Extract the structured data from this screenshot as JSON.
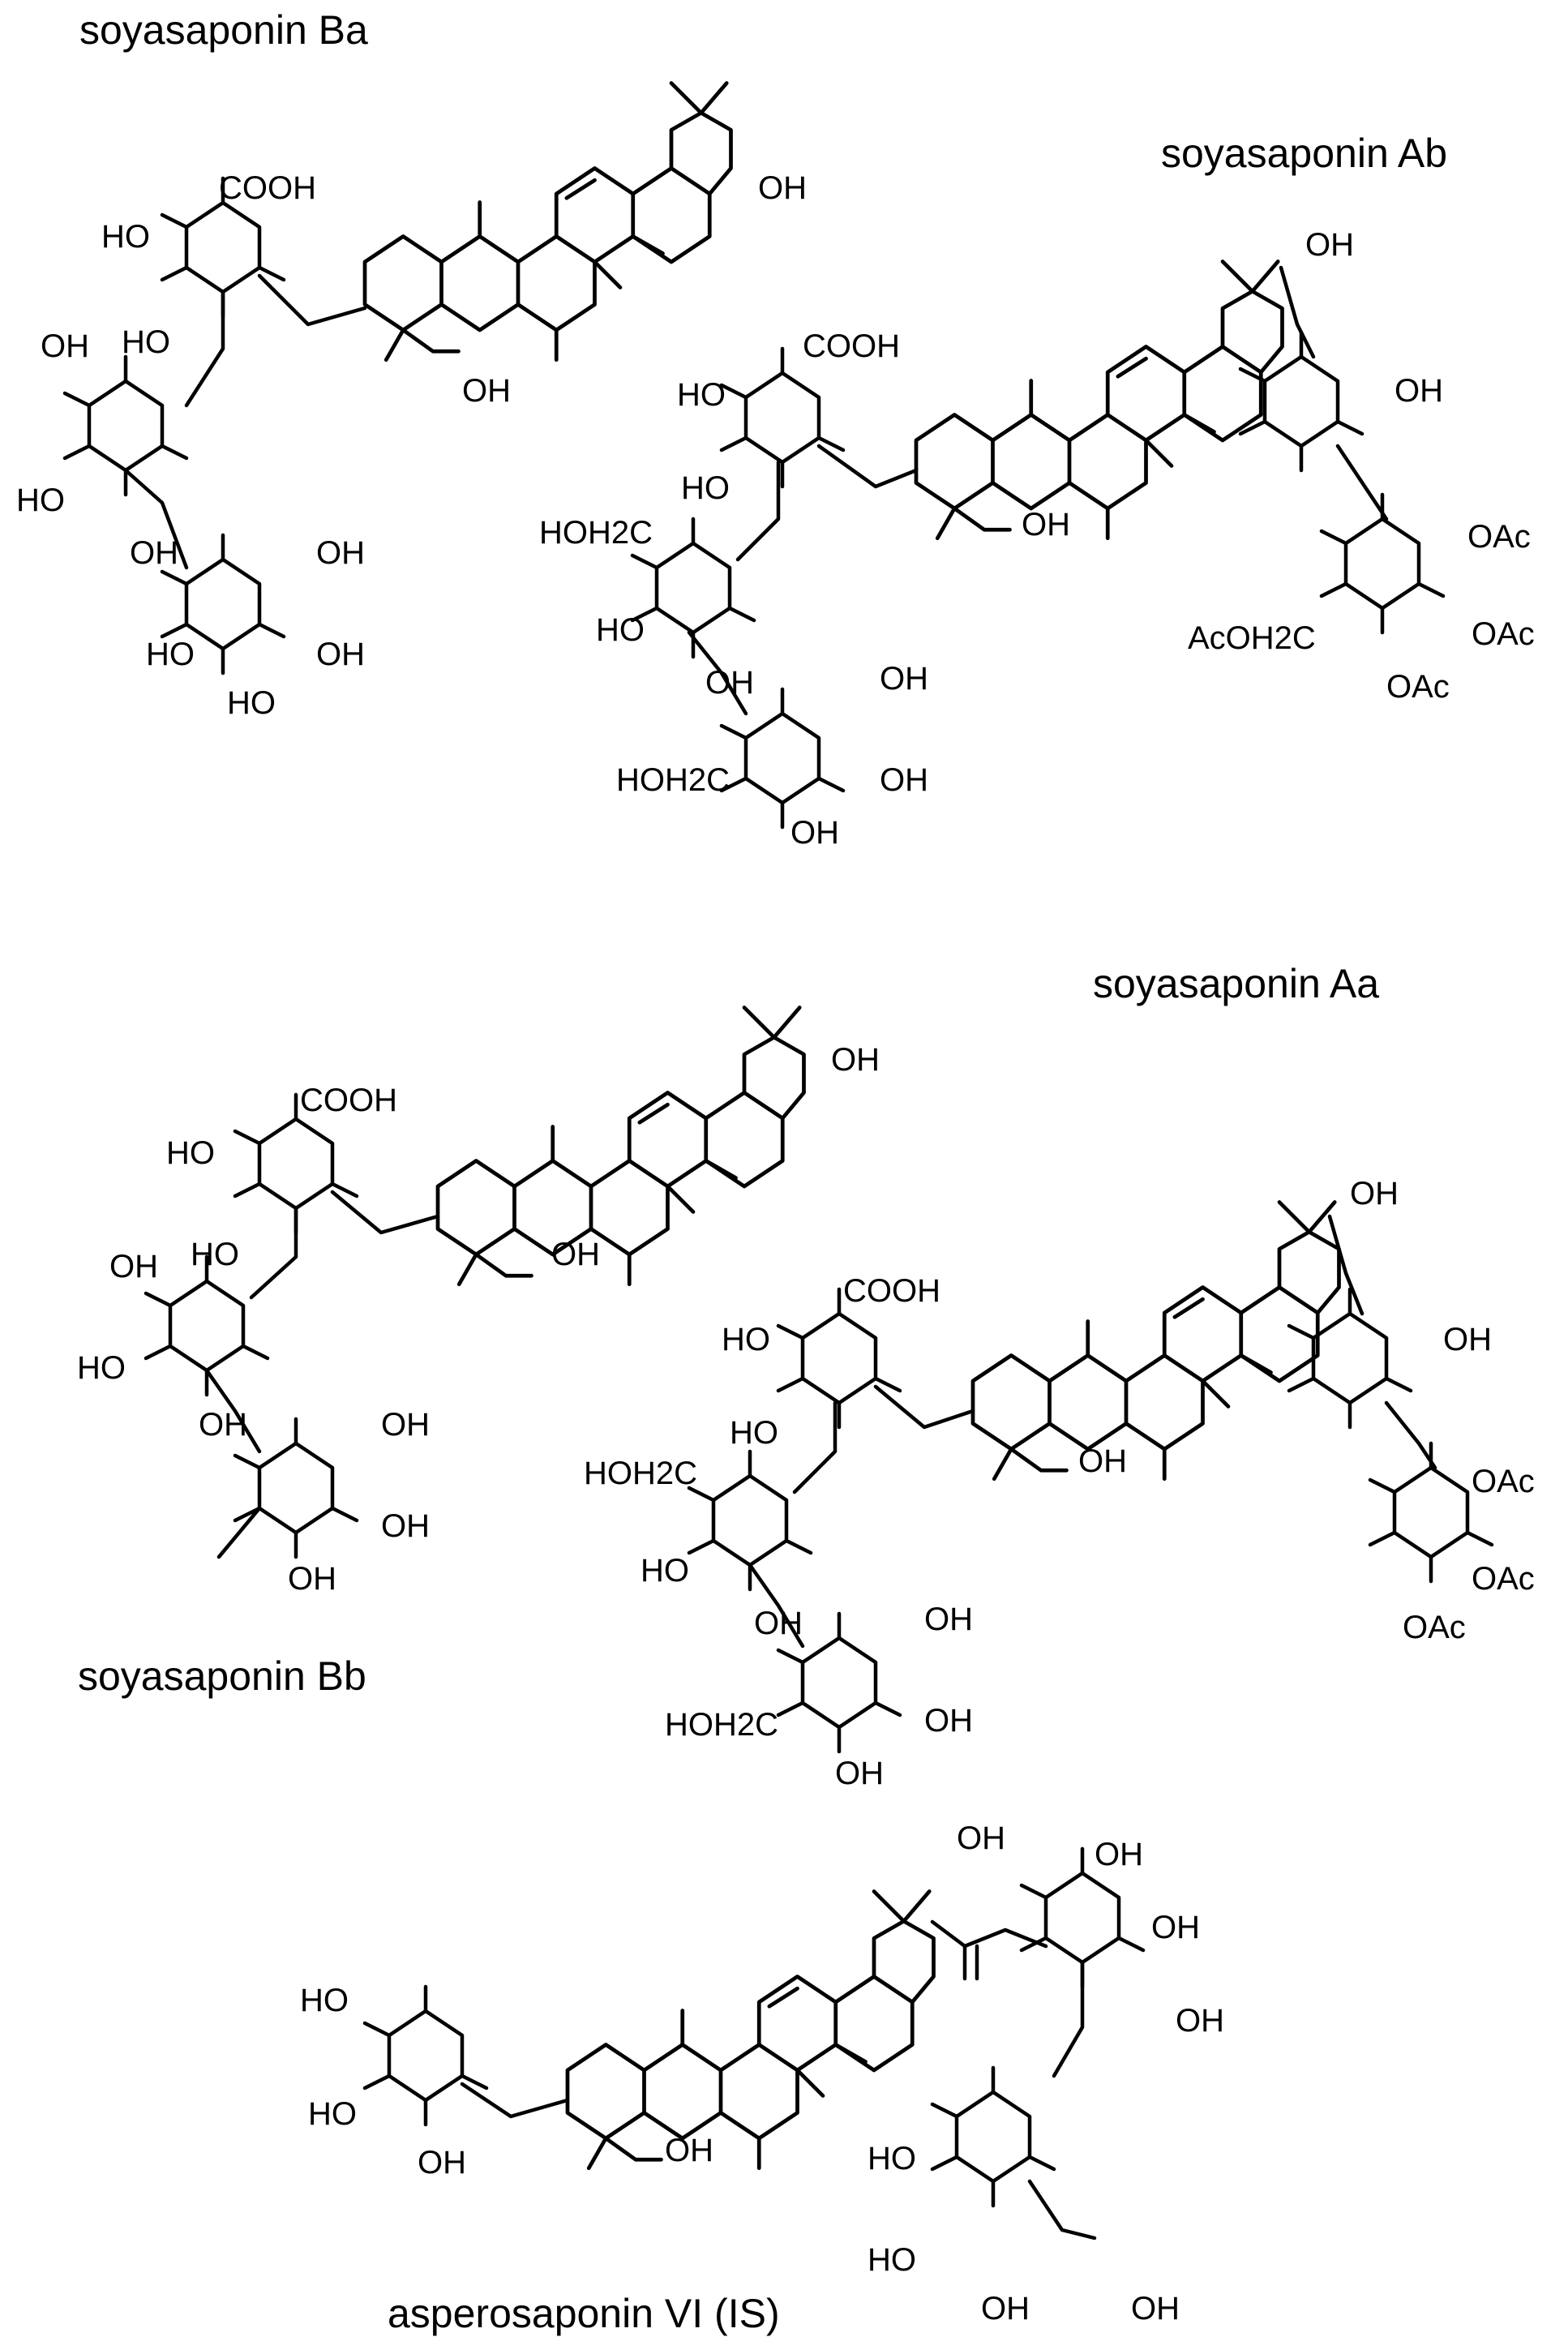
{
  "compounds": [
    {
      "name": "soyasaponin Ba",
      "atom_labels": [
        "COOH",
        "HO",
        "HO",
        "OH",
        "HO",
        "OH",
        "OH",
        "HO",
        "HO",
        "OH",
        "OH",
        "OH"
      ]
    },
    {
      "name": "soyasaponin Ab",
      "atom_labels": [
        "COOH",
        "HO",
        "HO",
        "HOH2C",
        "HO",
        "OH",
        "OH",
        "HOH2C",
        "OH",
        "OH",
        "OH",
        "OH",
        "OH",
        "OAc",
        "AcOH2C",
        "OAc",
        "OAc"
      ]
    },
    {
      "name": "soyasaponin Aa",
      "atom_labels": [
        "COOH",
        "HO",
        "HO",
        "HOH2C",
        "HO",
        "OH",
        "OH",
        "HOH2C",
        "OH",
        "OH",
        "OH",
        "OH",
        "OH",
        "OAc",
        "OAc",
        "OAc"
      ]
    },
    {
      "name": "soyasaponin Bb",
      "atom_labels": [
        "COOH",
        "HO",
        "HO",
        "OH",
        "HO",
        "OH",
        "OH",
        "OH",
        "OH",
        "OH"
      ]
    },
    {
      "name": "asperosaponin VI (IS)",
      "atom_labels": [
        "OH",
        "HO",
        "HO",
        "OH",
        "OH",
        "OH",
        "OH",
        "OH",
        "HO",
        "HO",
        "OH",
        "OH"
      ]
    }
  ]
}
